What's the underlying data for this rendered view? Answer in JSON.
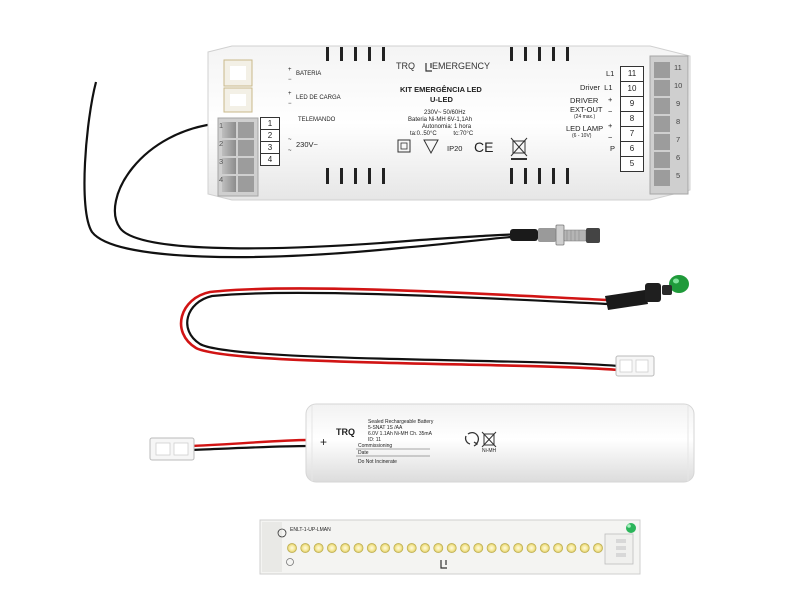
{
  "module": {
    "brand": "TRQ",
    "brand_suffix": "EMERGENCY",
    "title_line1": "KIT EMERGÊNCIA LED",
    "title_line2": "U-LED",
    "spec_line1": "230V~ 50/60Hz",
    "spec_line2": "Bateria Ni-MH 6V-1,1Ah",
    "spec_line3": "Autonomia: 1 hora",
    "spec_line4": "ta:0..50°C          tc:70°C",
    "ip_rating": "IP20",
    "ce_mark": "CE",
    "left_labels": {
      "bateria": "BATERIA",
      "led_carga": "LED DE CARGA",
      "telemando": "TELEMANDO",
      "mains": "230V~"
    },
    "left_terminals": [
      "1",
      "2",
      "3",
      "4"
    ],
    "right_labels": {
      "l1a": "L1",
      "driver_l1": "Driver  L1",
      "driver": "DRIVER",
      "ext_out": "EXT-OUT",
      "ext_out_sub": "(24 max.)",
      "led_lamp": "LED LAMP",
      "led_lamp_sub": "(6 - 10V)",
      "p": "P"
    },
    "right_terminals": [
      "11",
      "10",
      "9",
      "8",
      "7",
      "6",
      "5"
    ],
    "right_signs": [
      "+",
      "−",
      "+",
      "−"
    ],
    "left_signs": [
      "+",
      "−",
      "+",
      "−"
    ],
    "tilde_signs": [
      "~",
      "~"
    ]
  },
  "battery": {
    "brand": "TRQ",
    "line1": "Sealed Rechargeable Battery",
    "line2": "5-SNAT 1S /AA",
    "line3": "6.0V 1.1Ah Ni-MH Ch. 35mA",
    "line4": "ID: 11",
    "line5": "Commissioning",
    "line6": "Date",
    "line7": "Do Not Incinerate",
    "plus": "+",
    "waste_label": "Ni-MH"
  },
  "led_board": {
    "code": "ENLT-1-UP-LMAN",
    "logo": "LT",
    "led_count": 24
  }
}
